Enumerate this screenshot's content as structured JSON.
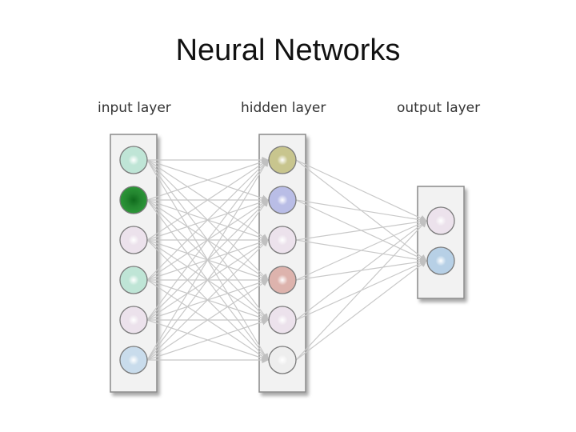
{
  "title": "Neural Networks",
  "layers": [
    {
      "label": "input layer",
      "nodes": [
        {
          "color": "#bfe5d6"
        },
        {
          "color": "#2e9a3a"
        },
        {
          "color": "#ece2ec"
        },
        {
          "color": "#bfe5d6"
        },
        {
          "color": "#ece2ec"
        },
        {
          "color": "#c9dcec"
        }
      ]
    },
    {
      "label": "hidden layer",
      "nodes": [
        {
          "color": "#c8c58e"
        },
        {
          "color": "#b9bde6"
        },
        {
          "color": "#ece2ec"
        },
        {
          "color": "#ddb3ad"
        },
        {
          "color": "#ece2ec"
        },
        {
          "color": "#eeeeee"
        }
      ]
    },
    {
      "label": "output layer",
      "nodes": [
        {
          "color": "#ece2ec"
        },
        {
          "color": "#b7d0e6"
        }
      ]
    }
  ],
  "colors": {
    "edge": "#c8c8c8",
    "node_stroke": "#7a7a7a",
    "layer_box_fill": "#f2f2f2",
    "layer_box_stroke": "#8a8a8a"
  }
}
